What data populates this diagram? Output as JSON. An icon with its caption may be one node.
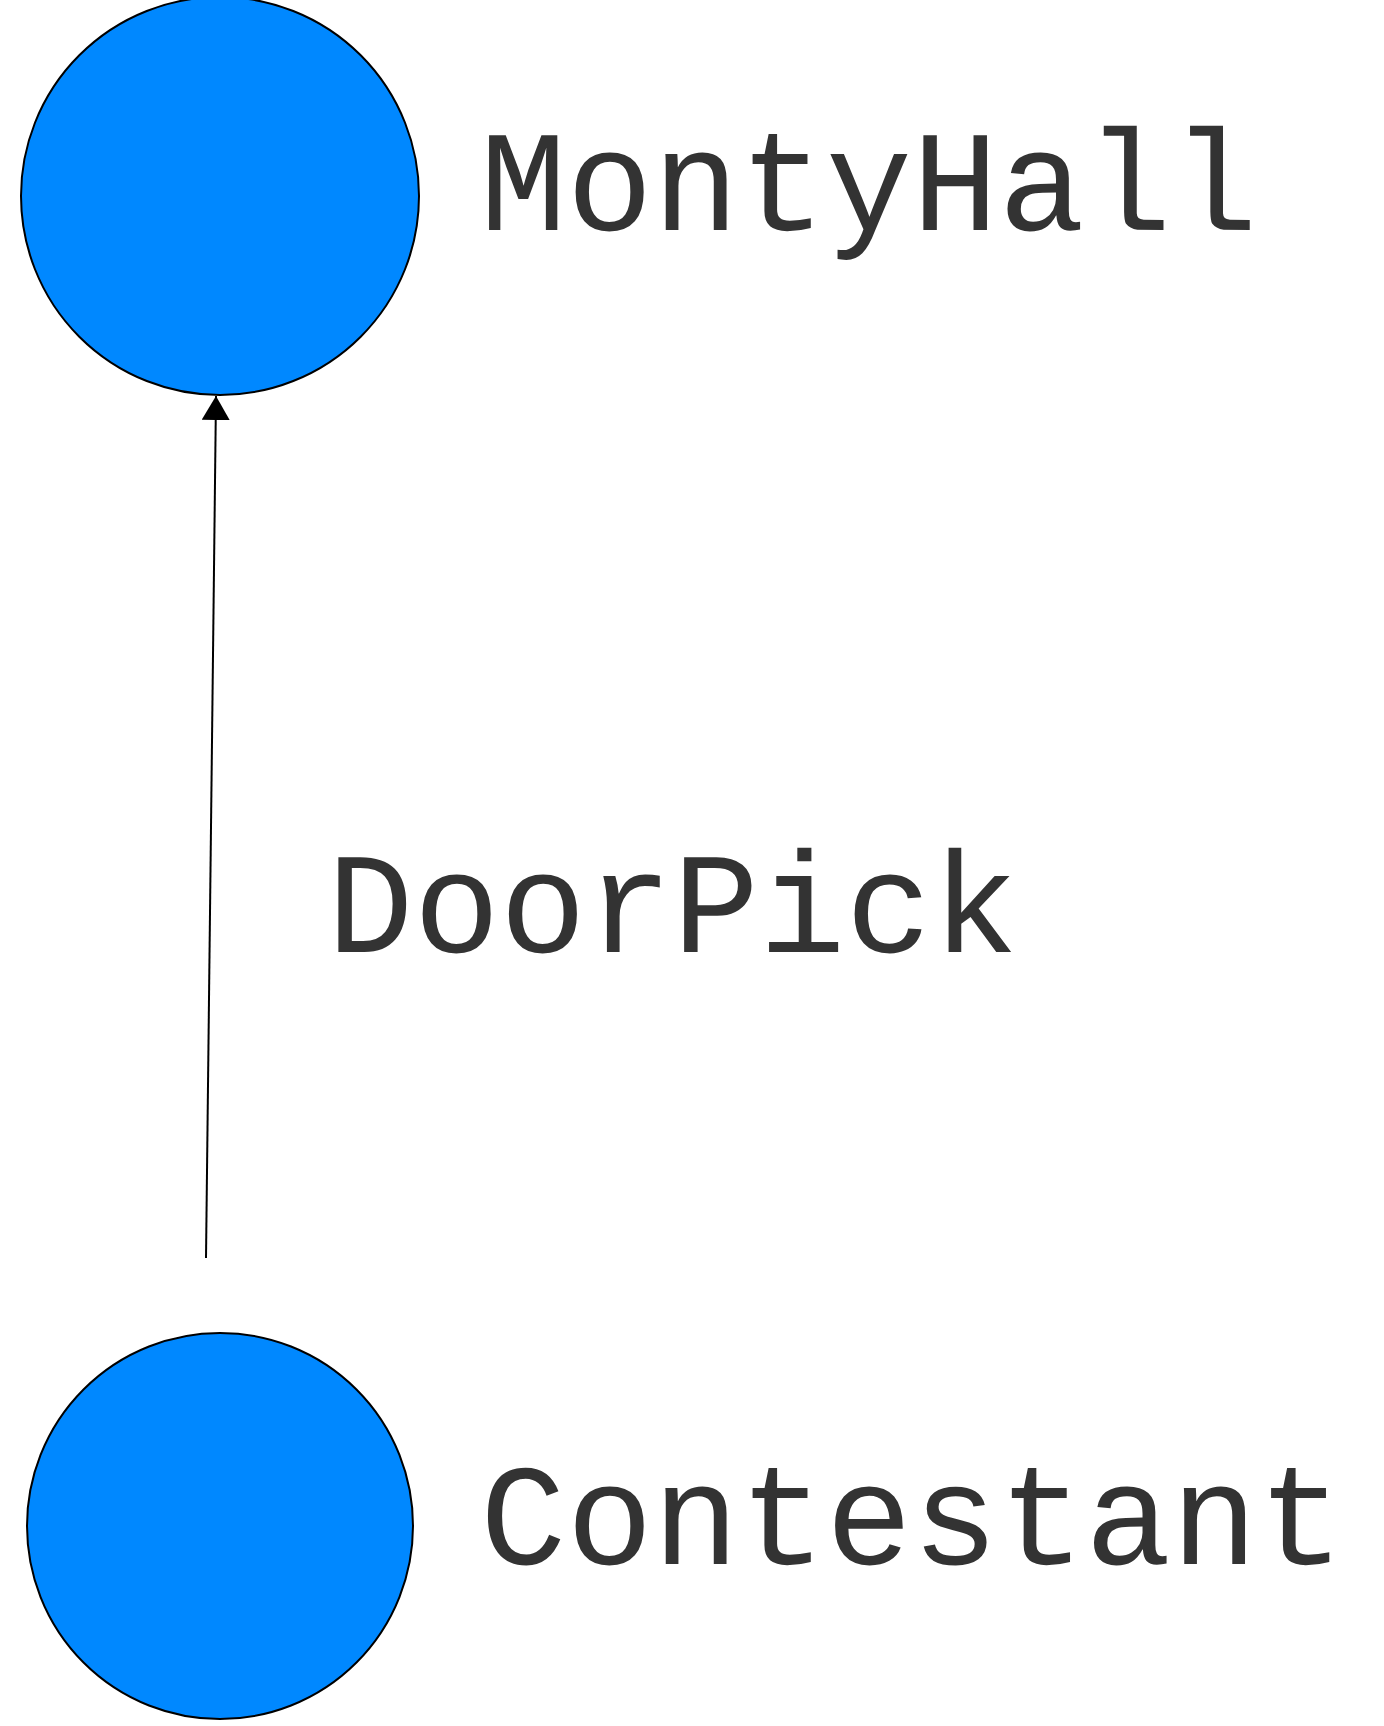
{
  "diagram": {
    "nodes": [
      {
        "text": [],
        "shape": "circle",
        "beside": [
          "MontyHall"
        ]
      },
      {
        "text": [],
        "shape": "circle",
        "beside": [
          "Contestant"
        ]
      }
    ],
    "edges": [
      {
        "from": 1,
        "to": 0,
        "arrow": "to",
        "label": "DoorPick"
      }
    ]
  }
}
